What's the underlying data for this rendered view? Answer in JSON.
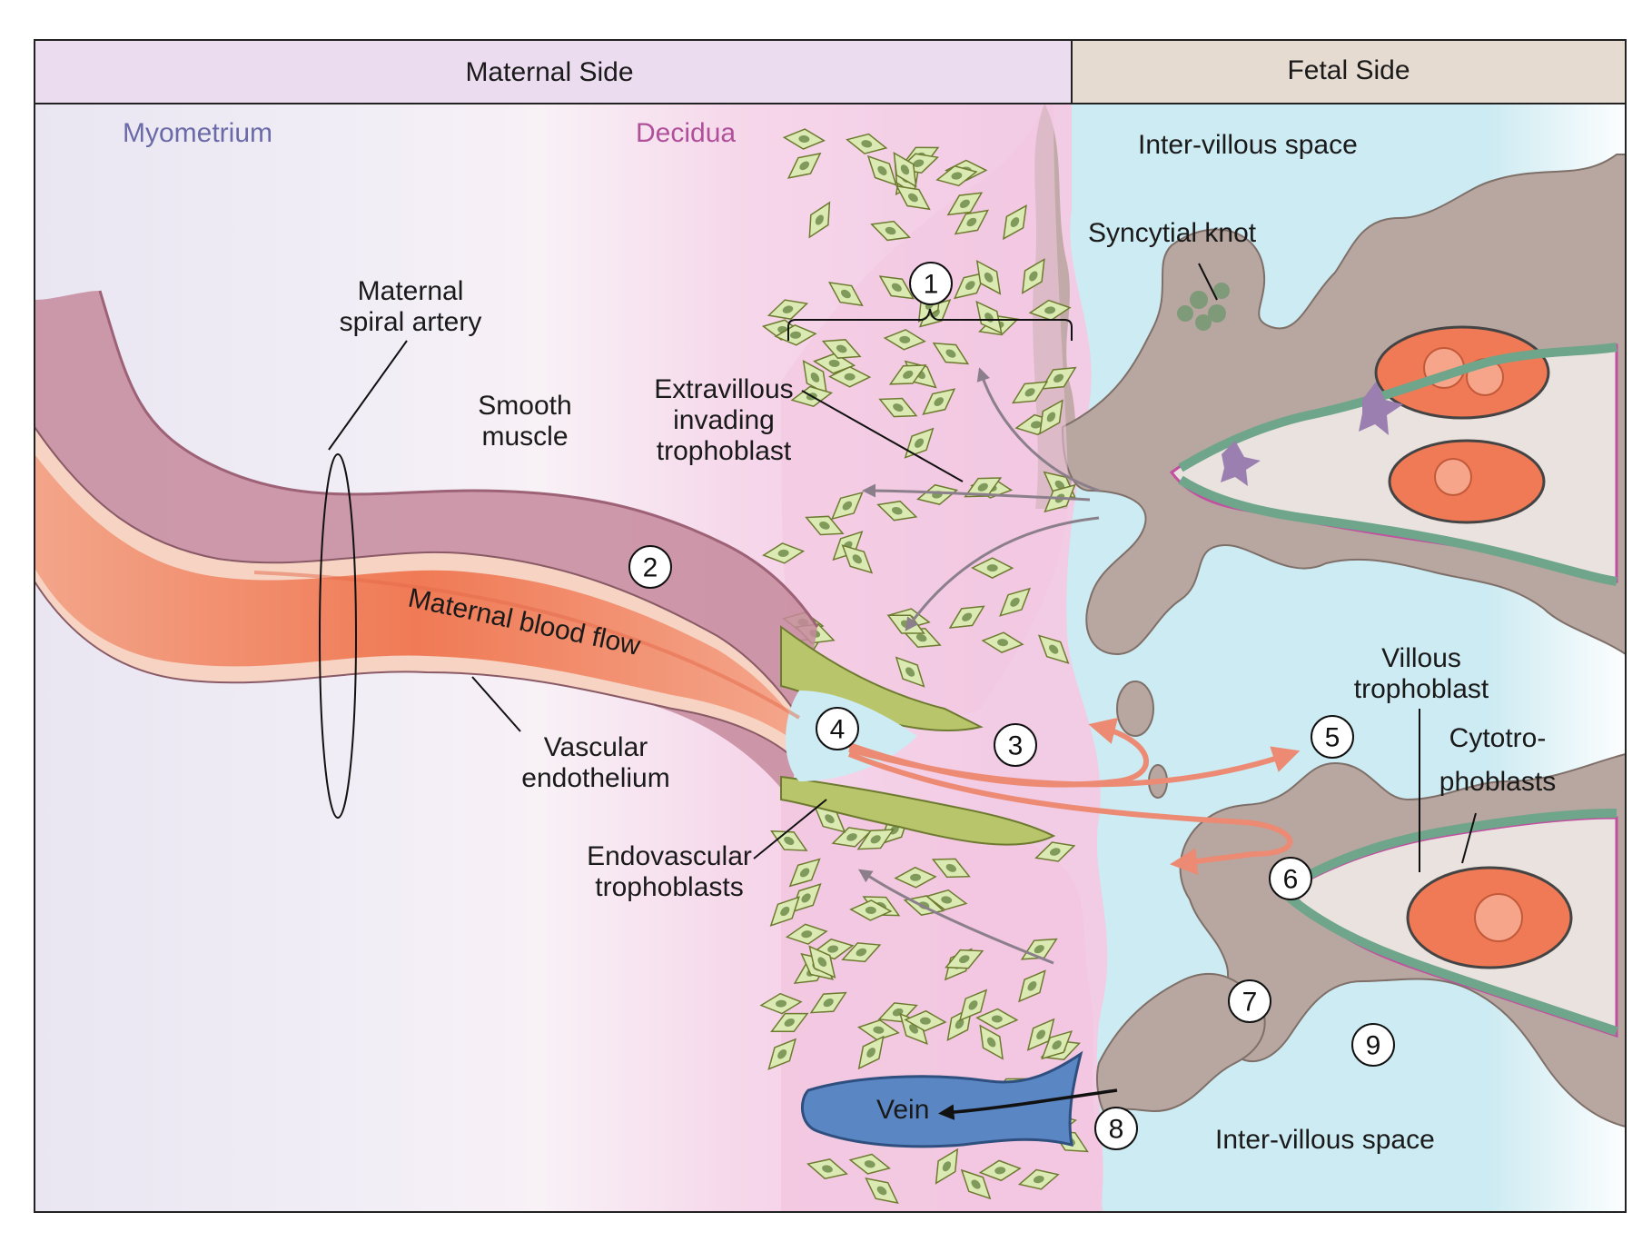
{
  "header": {
    "maternal_side": "Maternal Side",
    "fetal_side": "Fetal Side"
  },
  "regions": {
    "myometrium": "Myometrium",
    "decidua": "Decidua",
    "intervillous_top": "Inter-villous space",
    "intervillous_bottom": "Inter-villous space"
  },
  "labels": {
    "maternal_spiral_artery": [
      "Maternal",
      "spiral artery"
    ],
    "smooth_muscle": [
      "Smooth",
      "muscle"
    ],
    "extravillous_trophoblast": [
      "Extravillous",
      "invading",
      "trophoblast"
    ],
    "syncytial_knot": "Syncytial knot",
    "maternal_blood_flow": "Maternal blood flow",
    "vascular_endothelium": [
      "Vascular",
      "endothelium"
    ],
    "endovascular_trophoblasts": [
      "Endovascular",
      "trophoblasts"
    ],
    "villous_trophoblast": [
      "Villous",
      "trophoblast"
    ],
    "cytotrophoblasts": [
      "Cytotro-",
      "phoblasts"
    ],
    "vein": "Vein"
  },
  "markers": [
    "1",
    "2",
    "3",
    "4",
    "5",
    "6",
    "7",
    "8",
    "9"
  ],
  "colors": {
    "header_maternal": "#ecdcef",
    "header_fetal": "#e6dbd0",
    "myometrium_text": "#6a6aa8",
    "decidua_text": "#b0509a",
    "decidua_bg": "#f4cfe6",
    "intervillous": "#cdebf2",
    "artery_wall": "#c58a9c",
    "artery_lumen": "#f07a55",
    "flow_arrow": "#ec8a74",
    "trophoblast": "#dbeab3",
    "villus": "#b7a7a0",
    "cytotrophoblast": "#6fa58a",
    "vein": "#5a86c4"
  }
}
